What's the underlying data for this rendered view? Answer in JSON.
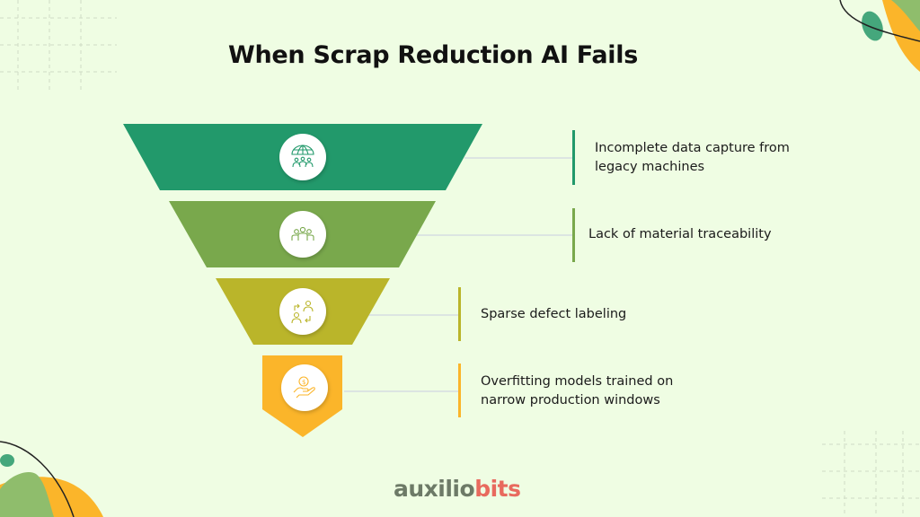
{
  "title": "When Scrap Reduction AI Fails",
  "colors": {
    "background": "#effde3",
    "stage1": "#22996b",
    "stage2": "#79a84c",
    "stage3": "#bab52a",
    "stage4": "#fbb52a"
  },
  "stages": [
    {
      "icon": "globe-people-icon",
      "text_line1": "Incomplete data capture from",
      "text_line2": "legacy machines"
    },
    {
      "icon": "team-icon",
      "text_line1": "Lack of material traceability",
      "text_line2": ""
    },
    {
      "icon": "people-exchange-icon",
      "text_line1": "Sparse defect labeling",
      "text_line2": ""
    },
    {
      "icon": "hand-coin-icon",
      "text_line1": "Overfitting models trained on",
      "text_line2": "narrow production windows"
    }
  ],
  "logo": {
    "part1": "auxilio",
    "part2": "bits"
  }
}
